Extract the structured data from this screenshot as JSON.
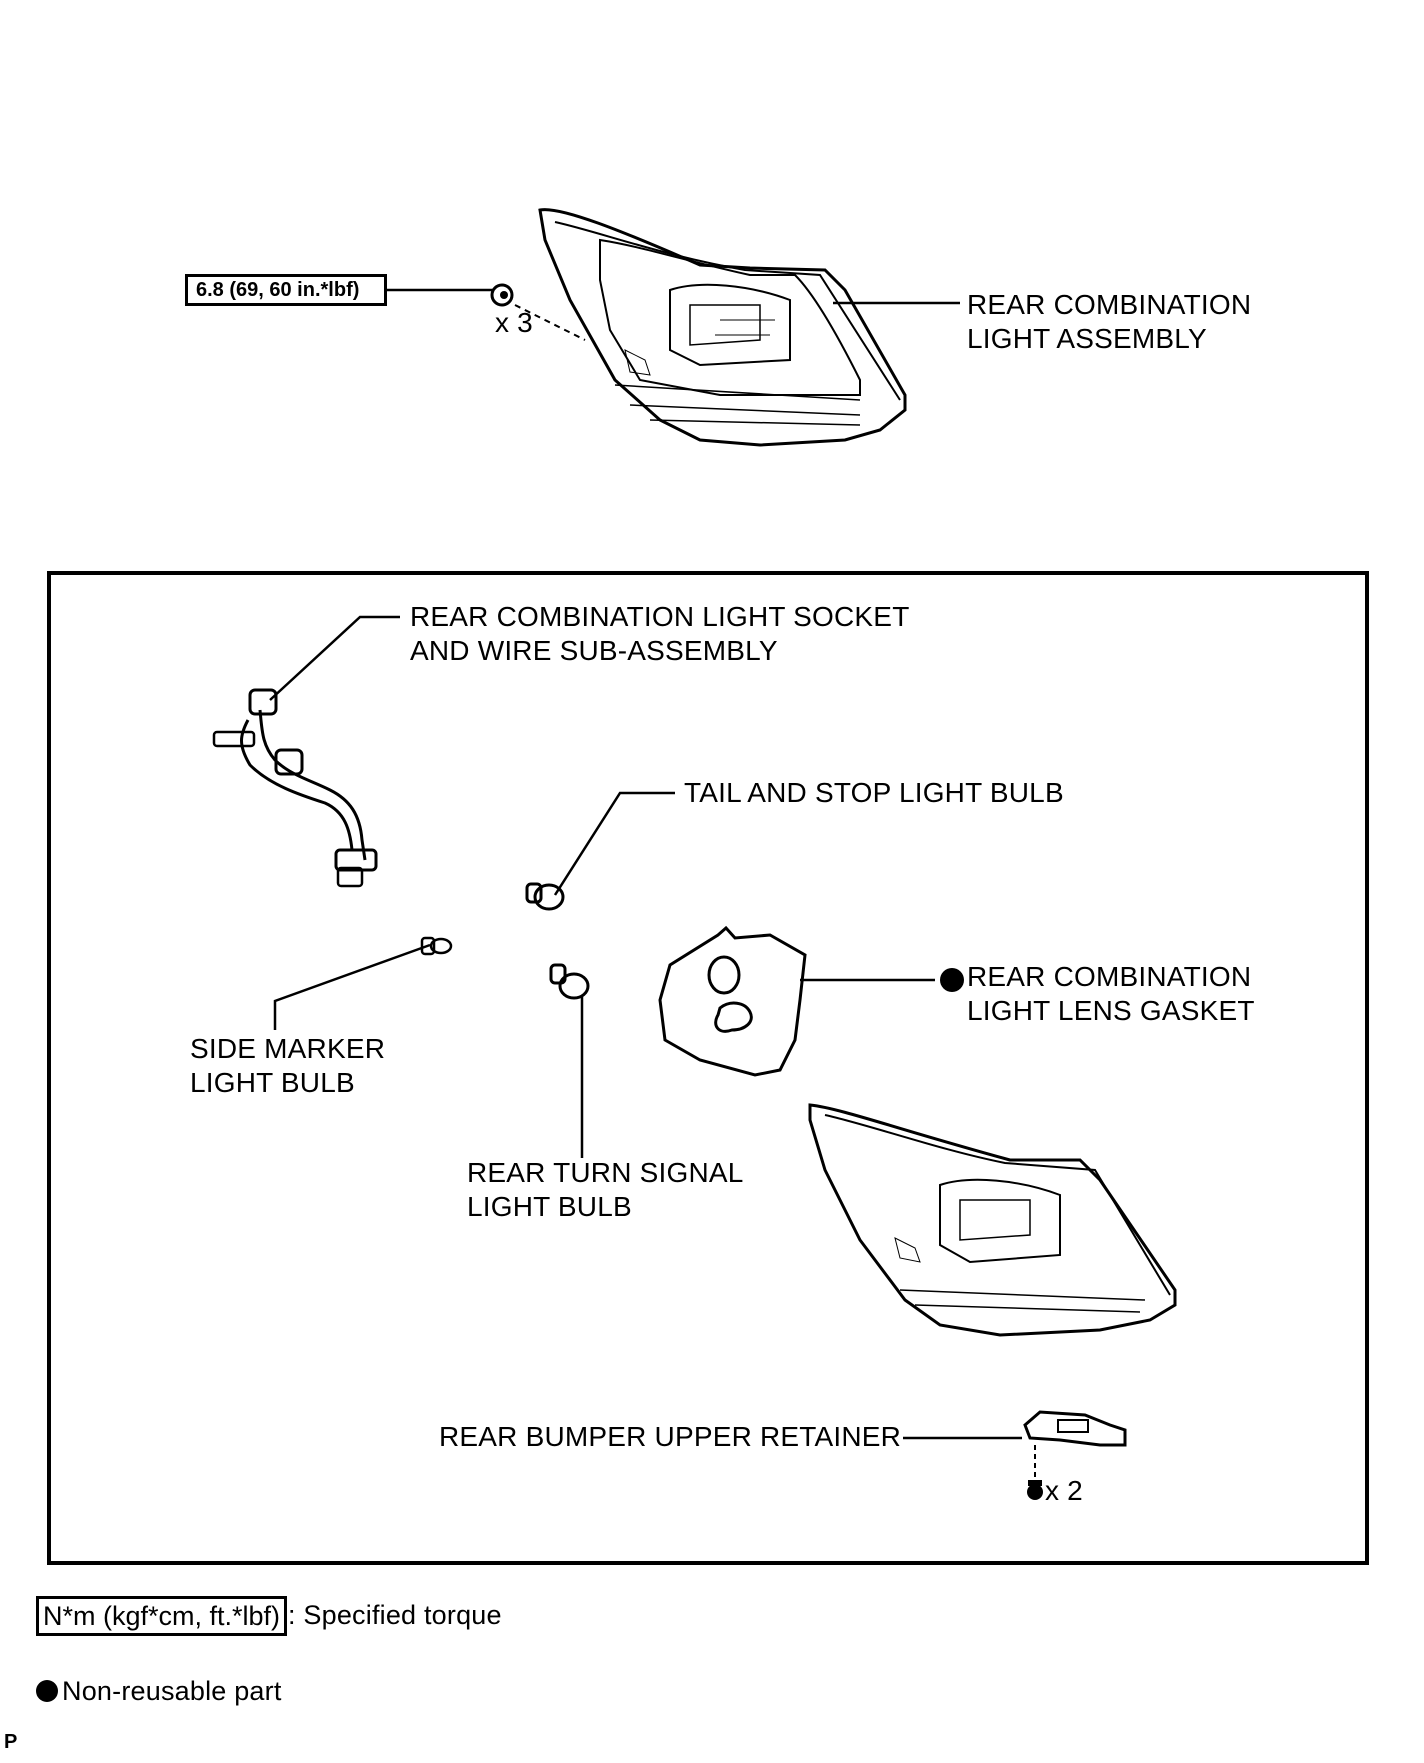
{
  "torque": {
    "spec": "6.8 (69, 60 in.*lbf)",
    "qty": "x 3"
  },
  "labels": {
    "rear_combination_light_assembly": [
      "REAR COMBINATION",
      "LIGHT ASSEMBLY"
    ],
    "socket_and_wire": [
      "REAR COMBINATION LIGHT SOCKET",
      "AND WIRE SUB-ASSEMBLY"
    ],
    "tail_stop_bulb": "TAIL AND STOP LIGHT BULB",
    "lens_gasket": [
      "REAR COMBINATION",
      "LIGHT LENS GASKET"
    ],
    "side_marker_bulb": [
      "SIDE MARKER",
      "LIGHT BULB"
    ],
    "rear_turn_signal_bulb": [
      "REAR TURN SIGNAL",
      "LIGHT BULB"
    ],
    "bumper_retainer": "REAR BUMPER UPPER RETAINER",
    "retainer_qty": "x 2"
  },
  "legend": {
    "torque_unit": "N*m (kgf*cm, ft.*lbf)",
    "torque_desc": ": Specified torque",
    "nonreusable_desc": "Non-reusable part"
  },
  "footer_mark": "P"
}
